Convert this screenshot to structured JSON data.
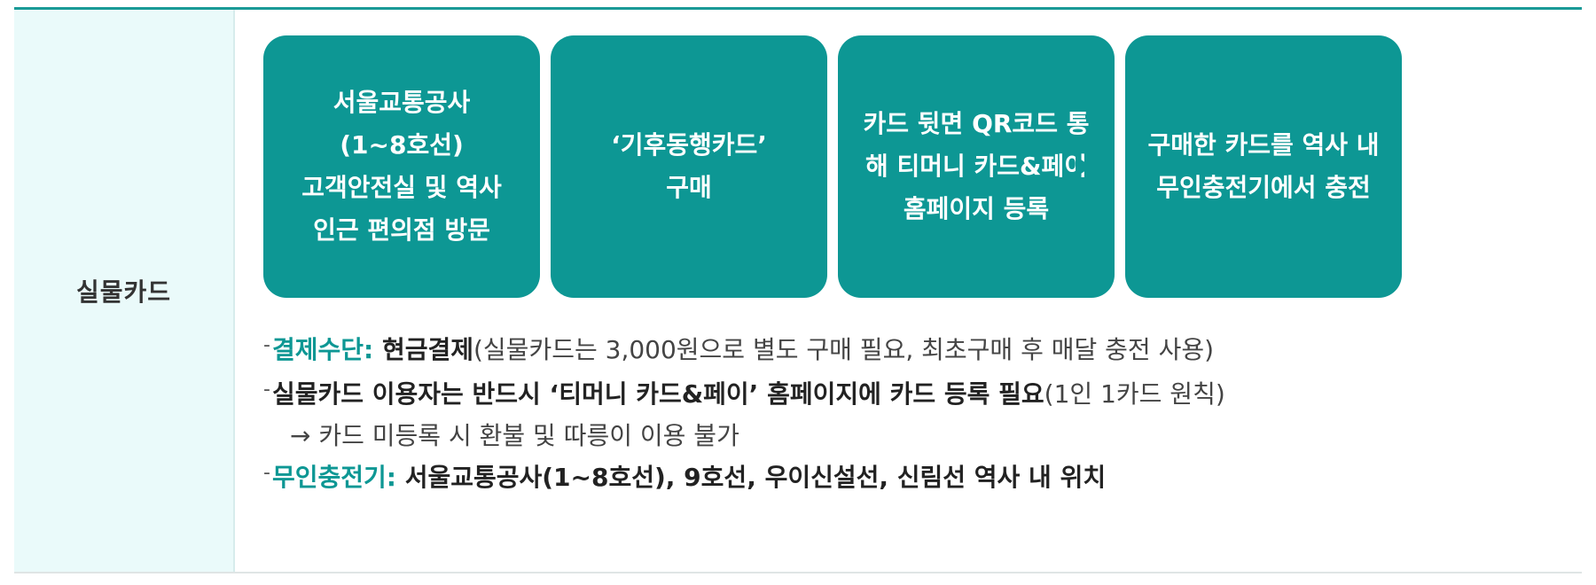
{
  "row_label": "실물카드",
  "steps": [
    {
      "text": "서울교통공사\n(1~8호선)\n고객안전실 및 역사\n인근 편의점 방문"
    },
    {
      "text": "‘기후동행카드’\n구매"
    },
    {
      "text": "카드 뒷면 QR코드 통\n해 티머니 카드&페이\n홈페이지 등록"
    },
    {
      "text": "구매한 카드를 역사 내\n무인충전기에서 충전"
    }
  ],
  "notes": {
    "payment": {
      "label": "결제수단:",
      "value": " 현금결제",
      "detail": "(실물카드는 3,000원으로 별도 구매 필요, 최초구매 후 매달 충전 사용)"
    },
    "registration": {
      "text": "실물카드 이용자는 반드시 ‘티머니 카드&페이’ 홈페이지에 카드 등록 필요",
      "detail": "(1인 1카드 원칙)",
      "sub": "→ 카드 미등록 시 환불 및 따릉이 이용 불가"
    },
    "charger": {
      "label": "무인충전기:",
      "value": " 서울교통공사(1~8호선), 9호선, 우이신설선, 신림선 역사 내 위치"
    }
  },
  "colors": {
    "accent": "#0d9794",
    "label_bg": "#eafafa"
  }
}
